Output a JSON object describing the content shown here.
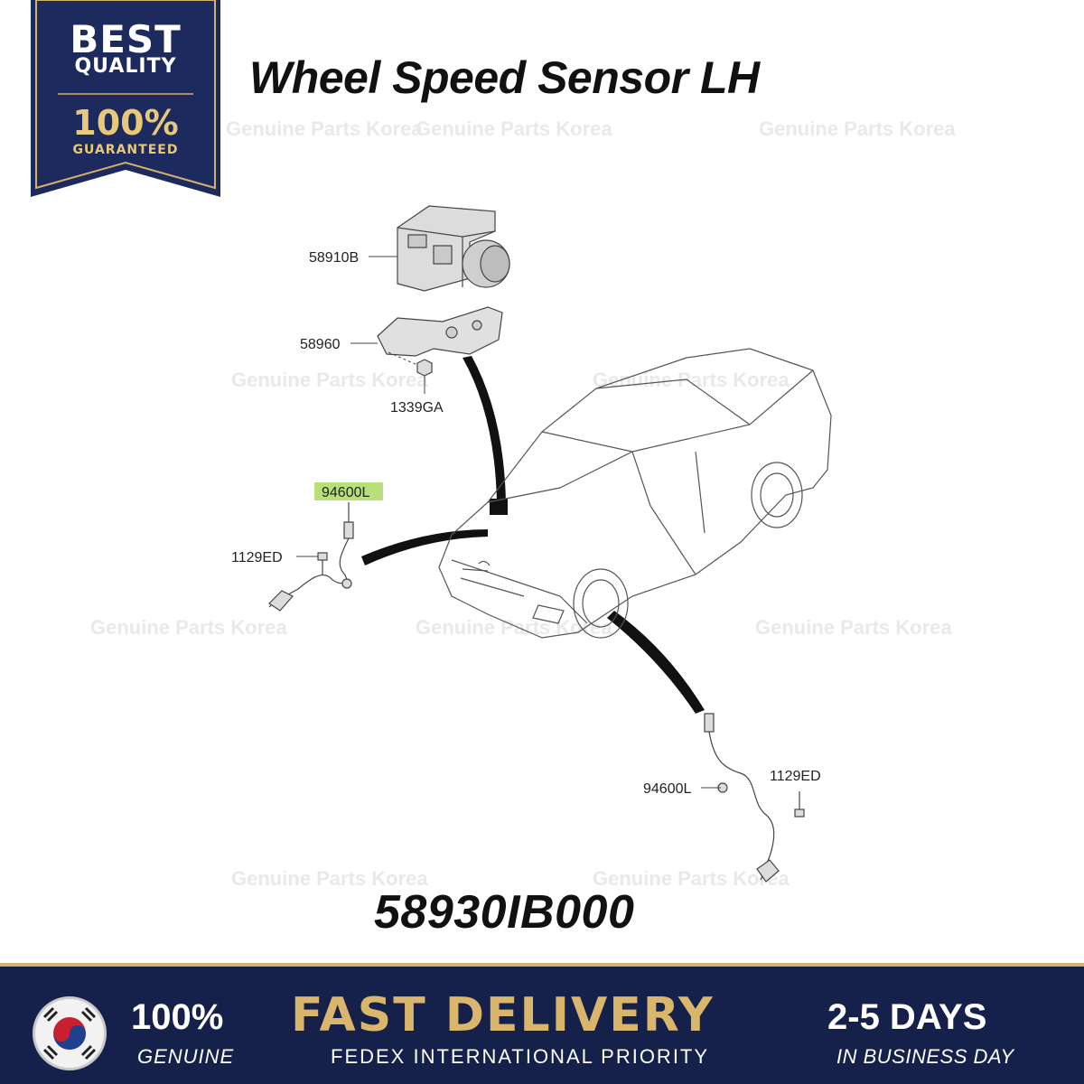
{
  "badge": {
    "line1": "BEST",
    "line2": "QUALITY",
    "line3": "100%",
    "line4": "GUARANTEED"
  },
  "title": "Wheel Speed Sensor LH",
  "watermark": "Genuine Parts Korea",
  "callouts": {
    "abs_unit": "58910B",
    "bracket": "58960",
    "nut": "1339GA",
    "sensor_front": "94600L",
    "bolt_front": "1129ED",
    "sensor_rear": "94600L",
    "bolt_rear": "1129ED"
  },
  "highlight_color": "#b8e07a",
  "part_number": "58930IB000",
  "footer": {
    "genuine_pct": "100%",
    "genuine_label": "GENUINE",
    "fast_delivery": "FAST DELIVERY",
    "shipping_method": "FEDEX INTERNATIONAL PRIORITY",
    "days": "2-5 DAYS",
    "days_label": "IN BUSINESS DAY"
  },
  "colors": {
    "navy": "#15214a",
    "gold": "#d4b06a"
  }
}
